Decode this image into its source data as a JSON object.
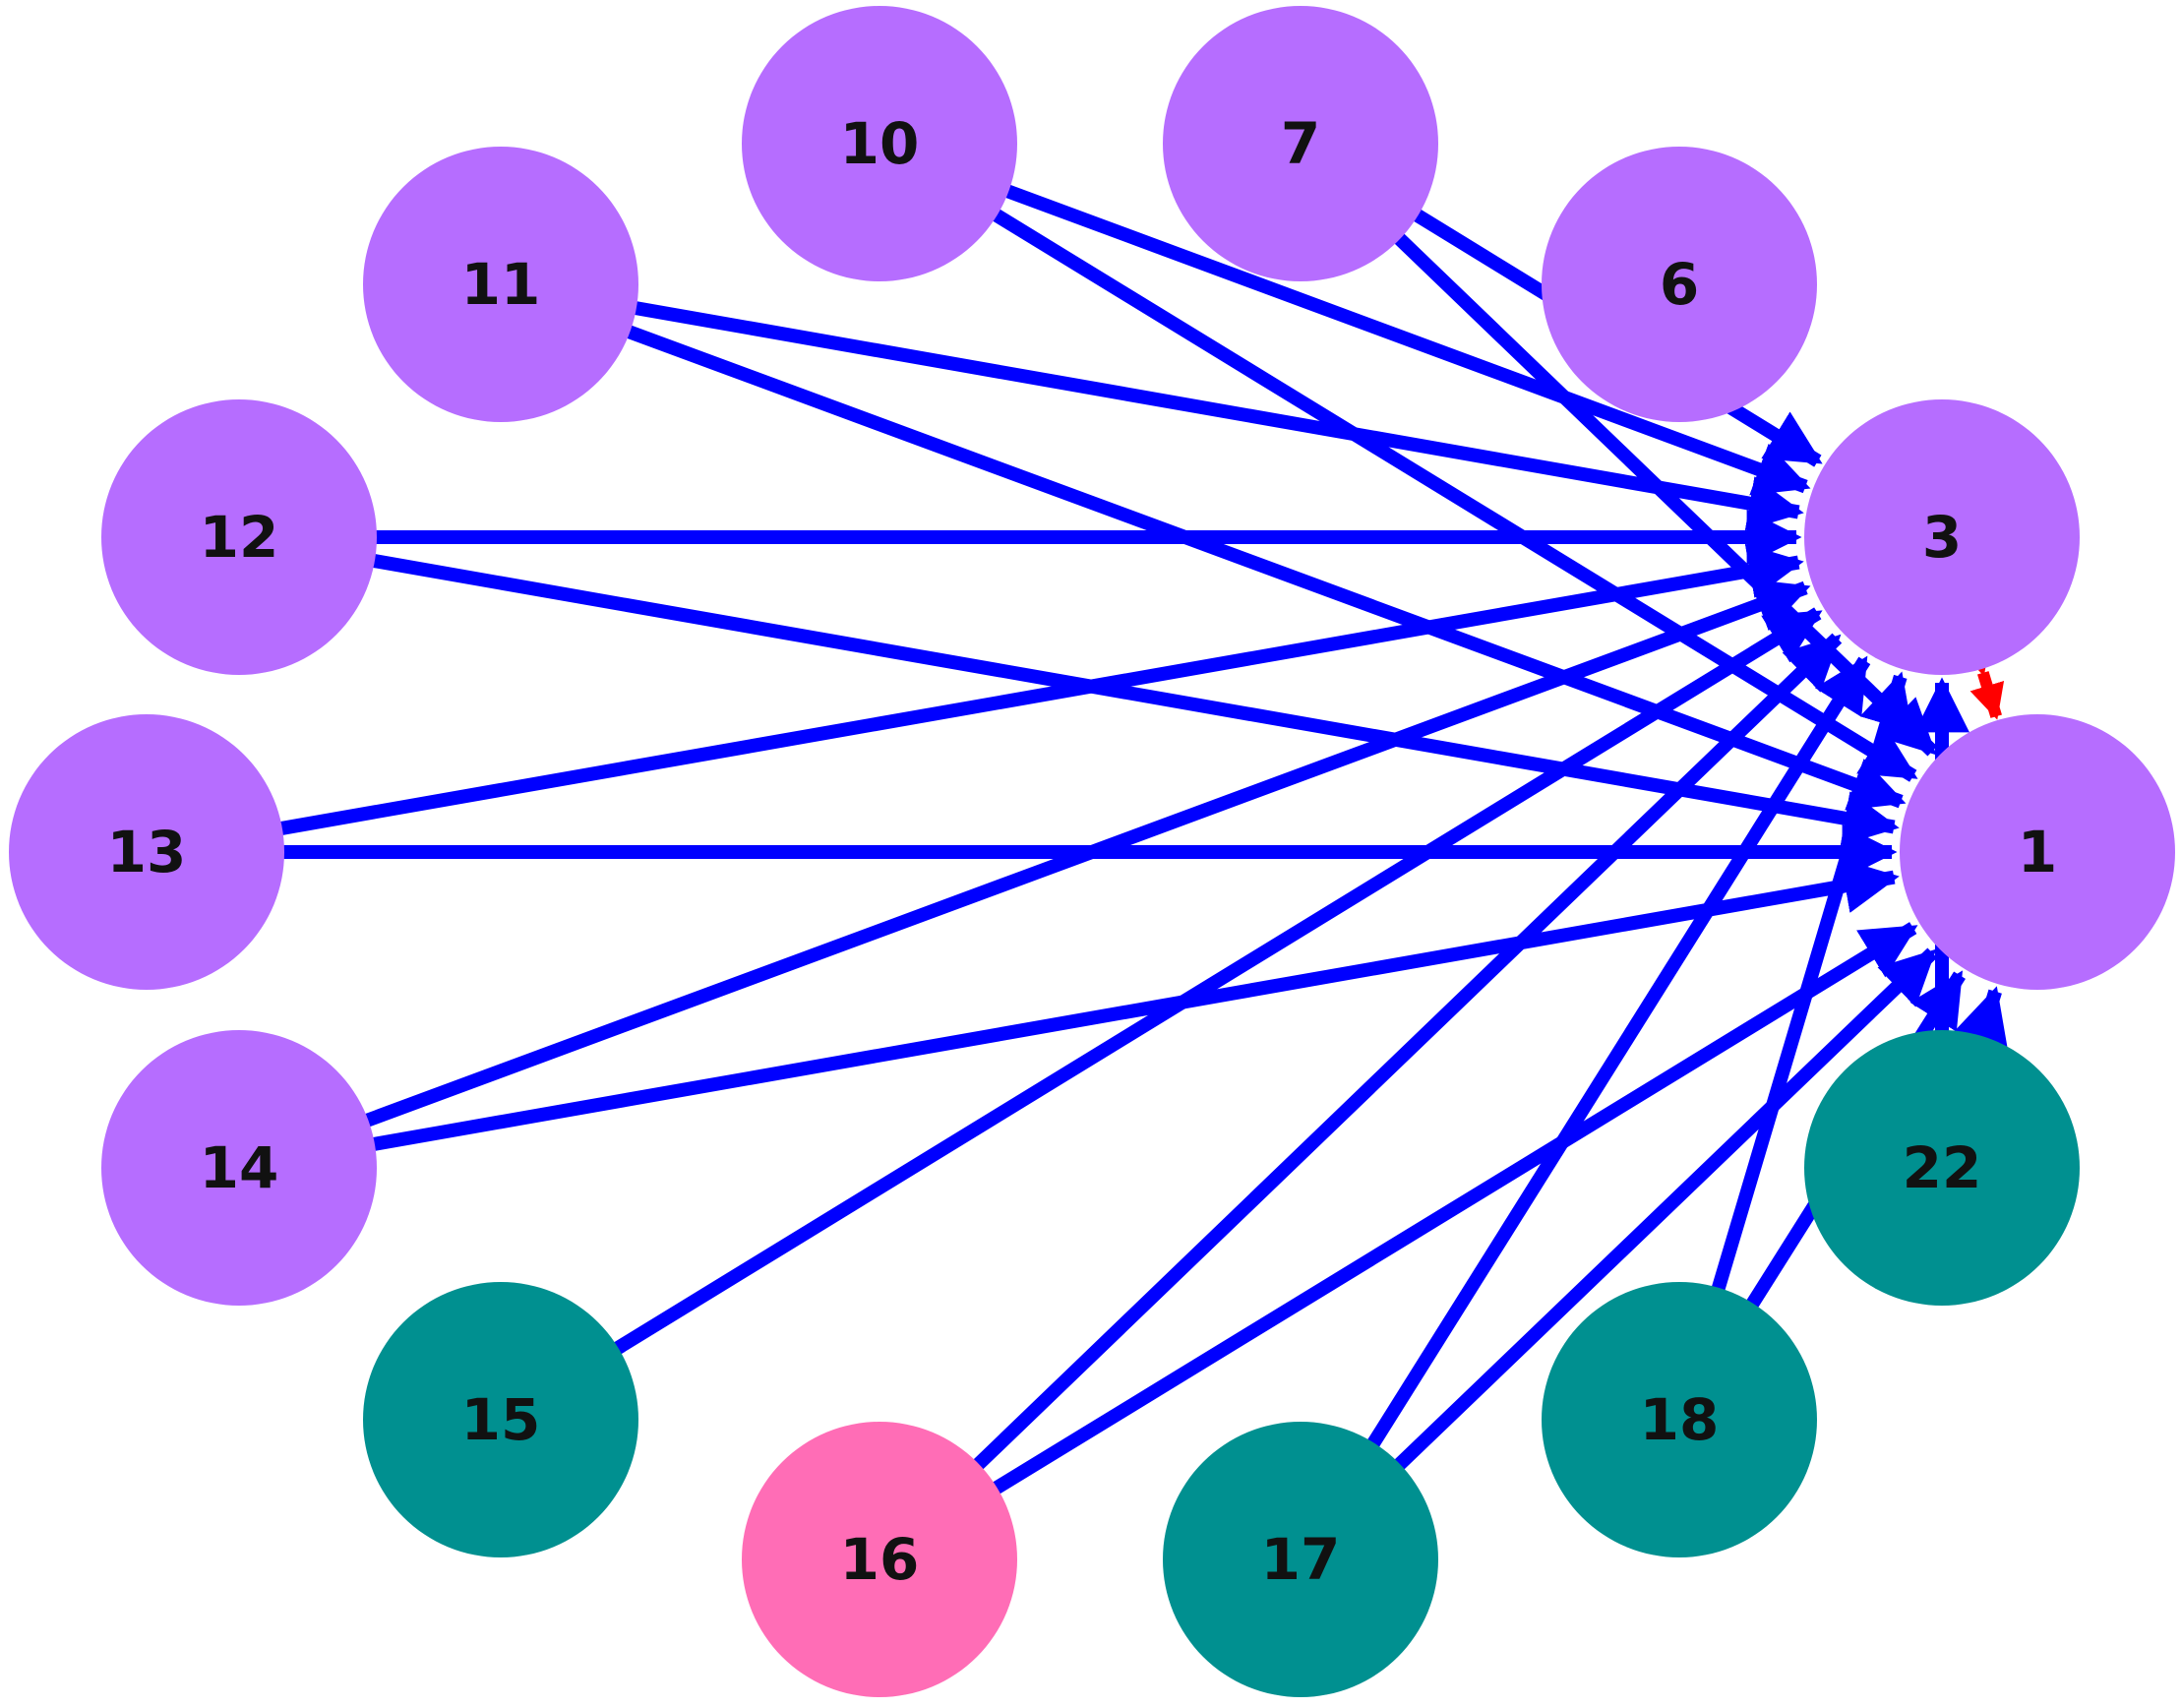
{
  "colors": {
    "edge": "#0000ff",
    "special_edge": "#ff0000",
    "purple": "#b66dff",
    "teal": "#009090",
    "pink": "#ff6db6"
  },
  "nodes": [
    {
      "id": "10",
      "label": "10",
      "color": "purple"
    },
    {
      "id": "7",
      "label": "7",
      "color": "purple"
    },
    {
      "id": "11",
      "label": "11",
      "color": "purple"
    },
    {
      "id": "6",
      "label": "6",
      "color": "purple"
    },
    {
      "id": "12",
      "label": "12",
      "color": "purple"
    },
    {
      "id": "3",
      "label": "3",
      "color": "purple"
    },
    {
      "id": "13",
      "label": "13",
      "color": "purple"
    },
    {
      "id": "1",
      "label": "1",
      "color": "purple"
    },
    {
      "id": "14",
      "label": "14",
      "color": "purple"
    },
    {
      "id": "22",
      "label": "22",
      "color": "teal"
    },
    {
      "id": "15",
      "label": "15",
      "color": "teal"
    },
    {
      "id": "18",
      "label": "18",
      "color": "teal"
    },
    {
      "id": "16",
      "label": "16",
      "color": "pink"
    },
    {
      "id": "17",
      "label": "17",
      "color": "teal"
    }
  ],
  "edges": [
    {
      "from": "7",
      "to": "3"
    },
    {
      "from": "7",
      "to": "1"
    },
    {
      "from": "10",
      "to": "3"
    },
    {
      "from": "10",
      "to": "1"
    },
    {
      "from": "11",
      "to": "3"
    },
    {
      "from": "11",
      "to": "1"
    },
    {
      "from": "12",
      "to": "3"
    },
    {
      "from": "12",
      "to": "1"
    },
    {
      "from": "13",
      "to": "3"
    },
    {
      "from": "13",
      "to": "1"
    },
    {
      "from": "14",
      "to": "3"
    },
    {
      "from": "14",
      "to": "1"
    },
    {
      "from": "15",
      "to": "3"
    },
    {
      "from": "16",
      "to": "3"
    },
    {
      "from": "16",
      "to": "1"
    },
    {
      "from": "17",
      "to": "3"
    },
    {
      "from": "17",
      "to": "1"
    },
    {
      "from": "18",
      "to": "3"
    },
    {
      "from": "18",
      "to": "1"
    },
    {
      "from": "22",
      "to": "3"
    },
    {
      "from": "22",
      "to": "1"
    }
  ],
  "special_edges": [
    {
      "from": "3",
      "to": "1",
      "bidirectional": true
    }
  ]
}
